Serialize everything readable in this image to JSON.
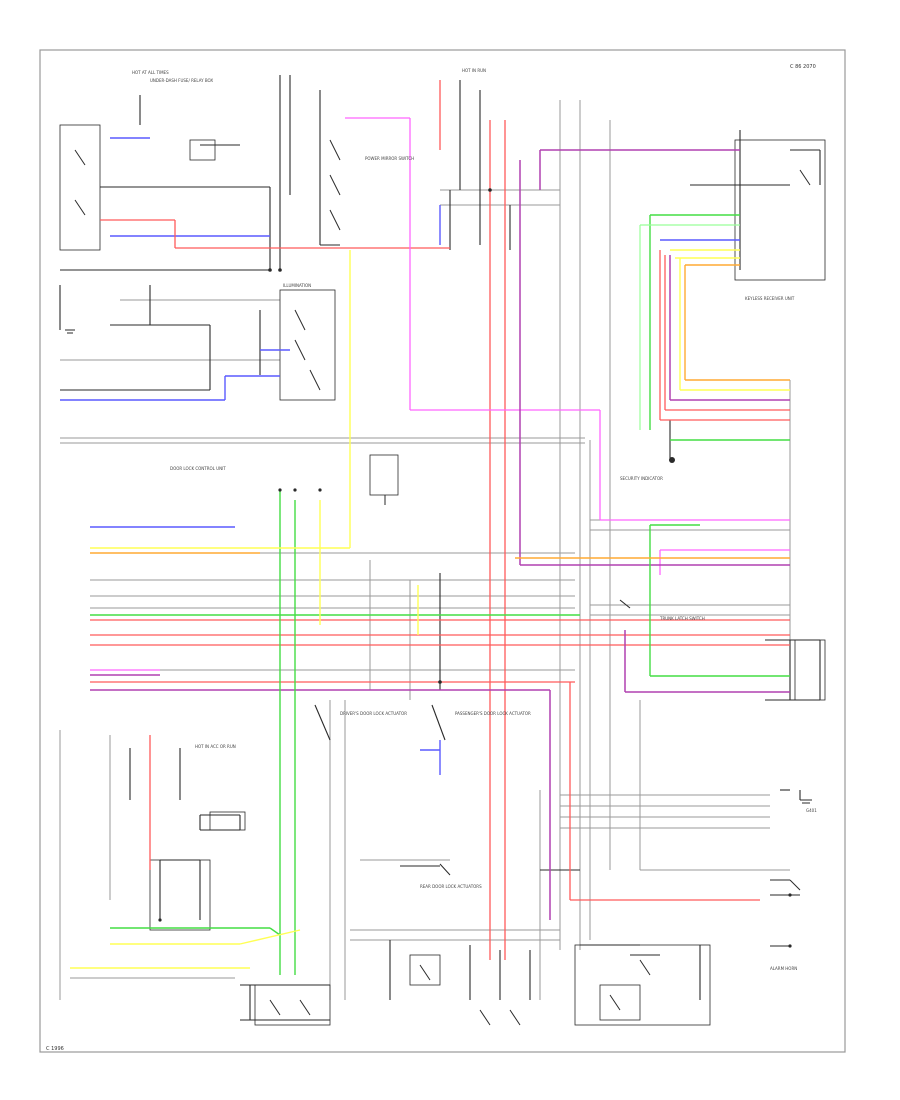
{
  "diagram": {
    "corner_code": "C 86 2070",
    "footer_code": "C 1996",
    "colors": {
      "black": "#2a2a2a",
      "gray": "#9a9a9a",
      "red": "#ff5a5a",
      "pink": "#ff66ff",
      "blue": "#5a5aff",
      "violet": "#b040b0",
      "green": "#44dd44",
      "yellow": "#ffff55",
      "orange": "#ffaa33",
      "lightgreen": "#88ff88",
      "darkred": "#cc3333"
    },
    "labels": [
      {
        "id": "hot-at-all-times",
        "text": "HOT AT ALL TIMES"
      },
      {
        "id": "hot-in-run",
        "text": "HOT IN RUN"
      },
      {
        "id": "hot-in-acc",
        "text": "HOT IN ACC OR RUN"
      },
      {
        "id": "underdash-fuse",
        "text": "UNDER-DASH FUSE/ RELAY BOX"
      },
      {
        "id": "power-mirror-sw",
        "text": "POWER MIRROR SWITCH"
      },
      {
        "id": "illumination-lbl",
        "text": "ILLUMINATION"
      },
      {
        "id": "door-lock-control",
        "text": "DOOR LOCK CONTROL UNIT"
      },
      {
        "id": "keyless-receiver",
        "text": "KEYLESS RECEIVER UNIT"
      },
      {
        "id": "drivers-door-lock",
        "text": "DRIVER'S DOOR LOCK ACTUATOR"
      },
      {
        "id": "pass-door-lock",
        "text": "PASSENGER'S DOOR LOCK ACTUATOR"
      },
      {
        "id": "ground-lbl",
        "text": "G401"
      },
      {
        "id": "security-lbl",
        "text": "SECURITY INDICATOR"
      },
      {
        "id": "trunk-lbl",
        "text": "TRUNK LATCH SWITCH"
      },
      {
        "id": "rear-door-lbl",
        "text": "REAR DOOR LOCK ACTUATORS"
      },
      {
        "id": "alarm-lbl",
        "text": "ALARM HORN"
      }
    ]
  }
}
